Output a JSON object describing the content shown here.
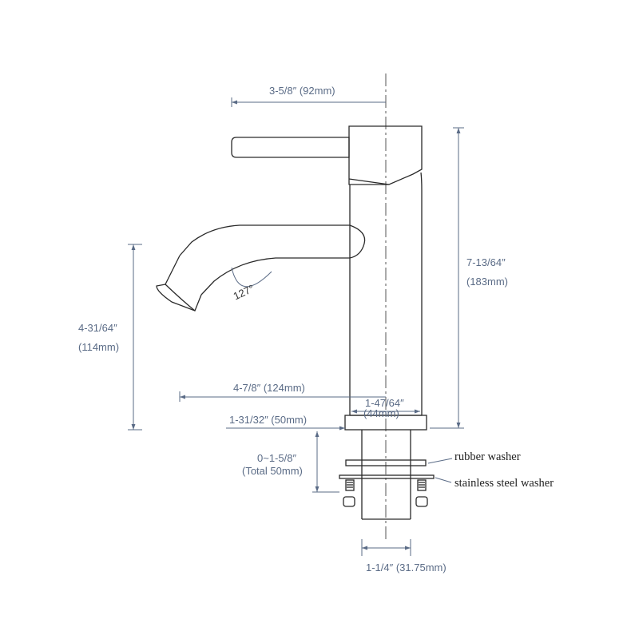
{
  "dimensions": {
    "handle_reach": "3-5/8″  (92mm)",
    "total_height_in": "7-13/64″",
    "total_height_mm": "(183mm)",
    "spout_height_in": "4-31/64″",
    "spout_height_mm": "(114mm)",
    "spout_reach": "4-7/8″  (124mm)",
    "base_diameter_in": "1-47/64″",
    "base_diameter_mm": "(44mm)",
    "base_radius": "1-31/32″  (50mm)",
    "deck_thickness_in": "0~1-5/8″",
    "deck_thickness_mm": "(Total 50mm)",
    "shank_diameter": "1-1/4″  (31.75mm)",
    "spout_angle": "127°"
  },
  "labels": {
    "rubber_washer": "rubber washer",
    "steel_washer": "stainless steel washer"
  },
  "colors": {
    "dimension": "#5a6b86",
    "outline": "#2a2a2a"
  }
}
